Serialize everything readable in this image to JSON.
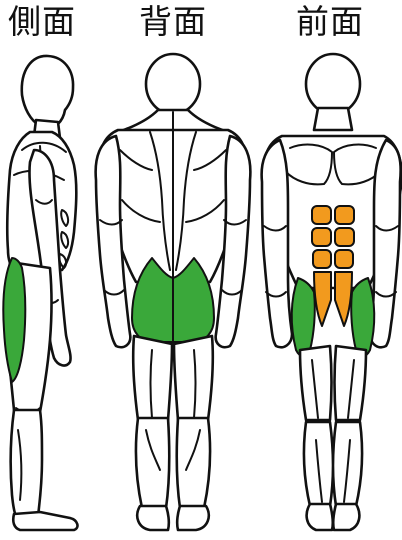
{
  "views": {
    "side": {
      "label": "側面"
    },
    "back": {
      "label": "背面"
    },
    "front": {
      "label": "前面"
    }
  },
  "colors": {
    "primary_muscle": "#3aa83a",
    "secondary_muscle": "#f29a1e",
    "outline": "#111111",
    "skin": "#ffffff"
  }
}
